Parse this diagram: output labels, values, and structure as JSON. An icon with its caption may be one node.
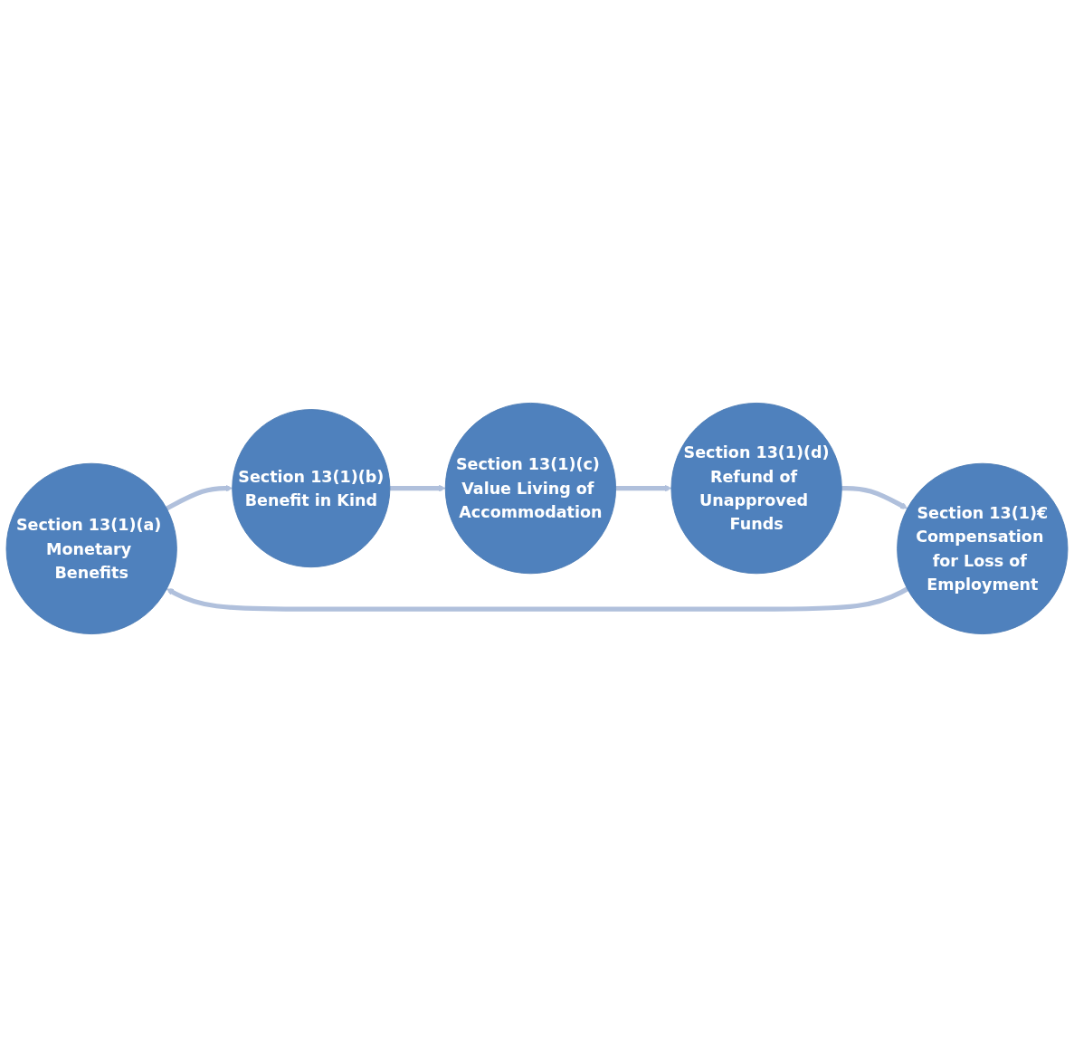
{
  "diagram": {
    "nodes": [
      {
        "text": [
          "Section 13(1)(a) Monetary Benefits"
        ]
      },
      {
        "text": [
          "Section 13(1)(b)",
          "Benefit in Kind"
        ]
      },
      {
        "text": [
          "Section 13(1)(c) Value Living of Accommodation"
        ]
      },
      {
        "text": [
          "Section 13(1)(d)",
          "Refund of Unapproved Funds"
        ]
      },
      {
        "text": [
          "Section 13(1)€",
          "Compensation for Loss of Employment"
        ]
      }
    ],
    "edges": [
      {
        "from": 0,
        "to": 1,
        "arrow": "to"
      },
      {
        "from": 1,
        "to": 2,
        "arrow": "to"
      },
      {
        "from": 2,
        "to": 3,
        "arrow": "to"
      },
      {
        "from": 3,
        "to": 4,
        "arrow": "to"
      },
      {
        "from": 4,
        "to": 0,
        "arrow": "to"
      }
    ]
  }
}
